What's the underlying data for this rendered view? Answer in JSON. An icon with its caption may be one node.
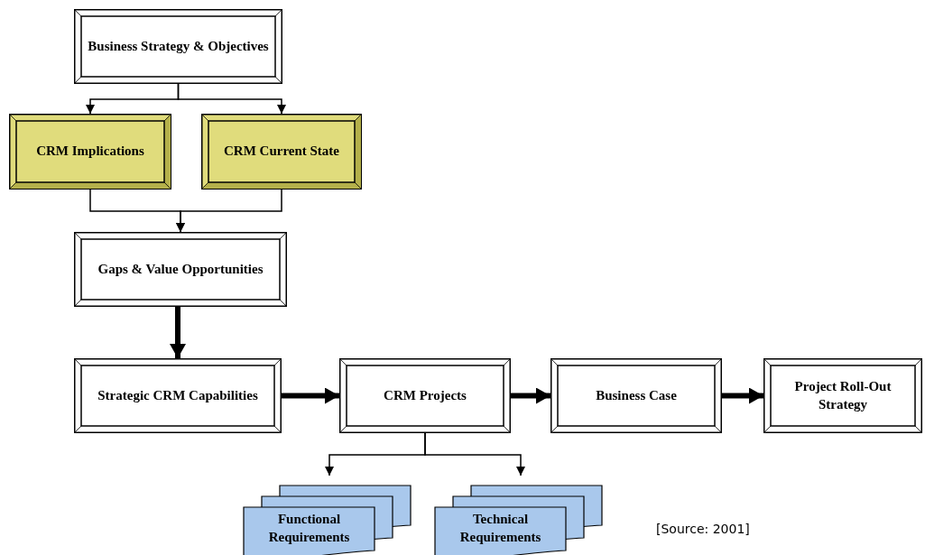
{
  "diagram": {
    "nodes": [
      {
        "text": [
          "Business Strategy & Objectives"
        ]
      },
      {
        "text": [
          "CRM Implications"
        ]
      },
      {
        "text": [
          "CRM Current State"
        ]
      },
      {
        "text": [
          "Gaps & Value Opportunities"
        ]
      },
      {
        "text": [
          "Strategic CRM Capabilities"
        ]
      },
      {
        "text": [
          "CRM Projects"
        ]
      },
      {
        "text": [
          "Business Case"
        ]
      },
      {
        "text": [
          "Project Roll-Out Strategy"
        ]
      },
      {
        "text": [
          "Functional Requirements"
        ]
      },
      {
        "text": [
          "Technical Requirements"
        ]
      }
    ],
    "edges": [
      {
        "from": 0,
        "to": 1,
        "arrow": "to"
      },
      {
        "from": 0,
        "to": 2,
        "arrow": "to"
      },
      {
        "from": 1,
        "to": 3,
        "arrow": "to"
      },
      {
        "from": 2,
        "to": 3,
        "arrow": "to"
      },
      {
        "from": 3,
        "to": 4,
        "arrow": "to",
        "style": "thick"
      },
      {
        "from": 4,
        "to": 5,
        "arrow": "to",
        "style": "thick"
      },
      {
        "from": 5,
        "to": 6,
        "arrow": "to",
        "style": "thick"
      },
      {
        "from": 6,
        "to": 7,
        "arrow": "to",
        "style": "thick"
      },
      {
        "from": 5,
        "to": 8,
        "arrow": "to"
      },
      {
        "from": 5,
        "to": 9,
        "arrow": "to"
      }
    ],
    "labels": [
      "[Source: 2001]"
    ]
  }
}
